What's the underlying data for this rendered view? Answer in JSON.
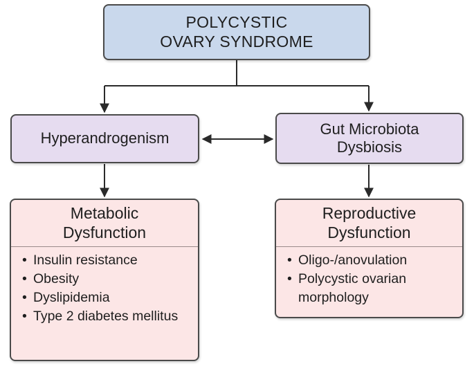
{
  "nodes": {
    "top": {
      "line1": "POLYCYSTIC",
      "line2": "OVARY SYNDROME"
    },
    "hyperandrogenism": {
      "label": "Hyperandrogenism"
    },
    "gut": {
      "line1": "Gut Microbiota",
      "line2": "Dysbiosis"
    },
    "metabolic": {
      "title_line1": "Metabolic",
      "title_line2": "Dysfunction",
      "items": [
        "Insulin resistance",
        "Obesity",
        "Dyslipidemia",
        "Type 2 diabetes mellitus"
      ]
    },
    "reproductive": {
      "title_line1": "Reproductive",
      "title_line2": "Dysfunction",
      "items": [
        "Oligo-/anovulation",
        "Polycystic ovarian morphology"
      ]
    }
  },
  "edges": [
    {
      "from": "top",
      "to": "hyperandrogenism",
      "arrow": "single"
    },
    {
      "from": "top",
      "to": "gut",
      "arrow": "single"
    },
    {
      "from": "hyperandrogenism",
      "to": "gut",
      "arrow": "double"
    },
    {
      "from": "hyperandrogenism",
      "to": "metabolic",
      "arrow": "single"
    },
    {
      "from": "gut",
      "to": "reproductive",
      "arrow": "single"
    }
  ],
  "colors": {
    "top_fill": "#c9d8ec",
    "middle_fill": "#e6dcf0",
    "bottom_fill": "#fce6e6",
    "border": "#4a4a4a",
    "connector": "#2a2a2a"
  }
}
